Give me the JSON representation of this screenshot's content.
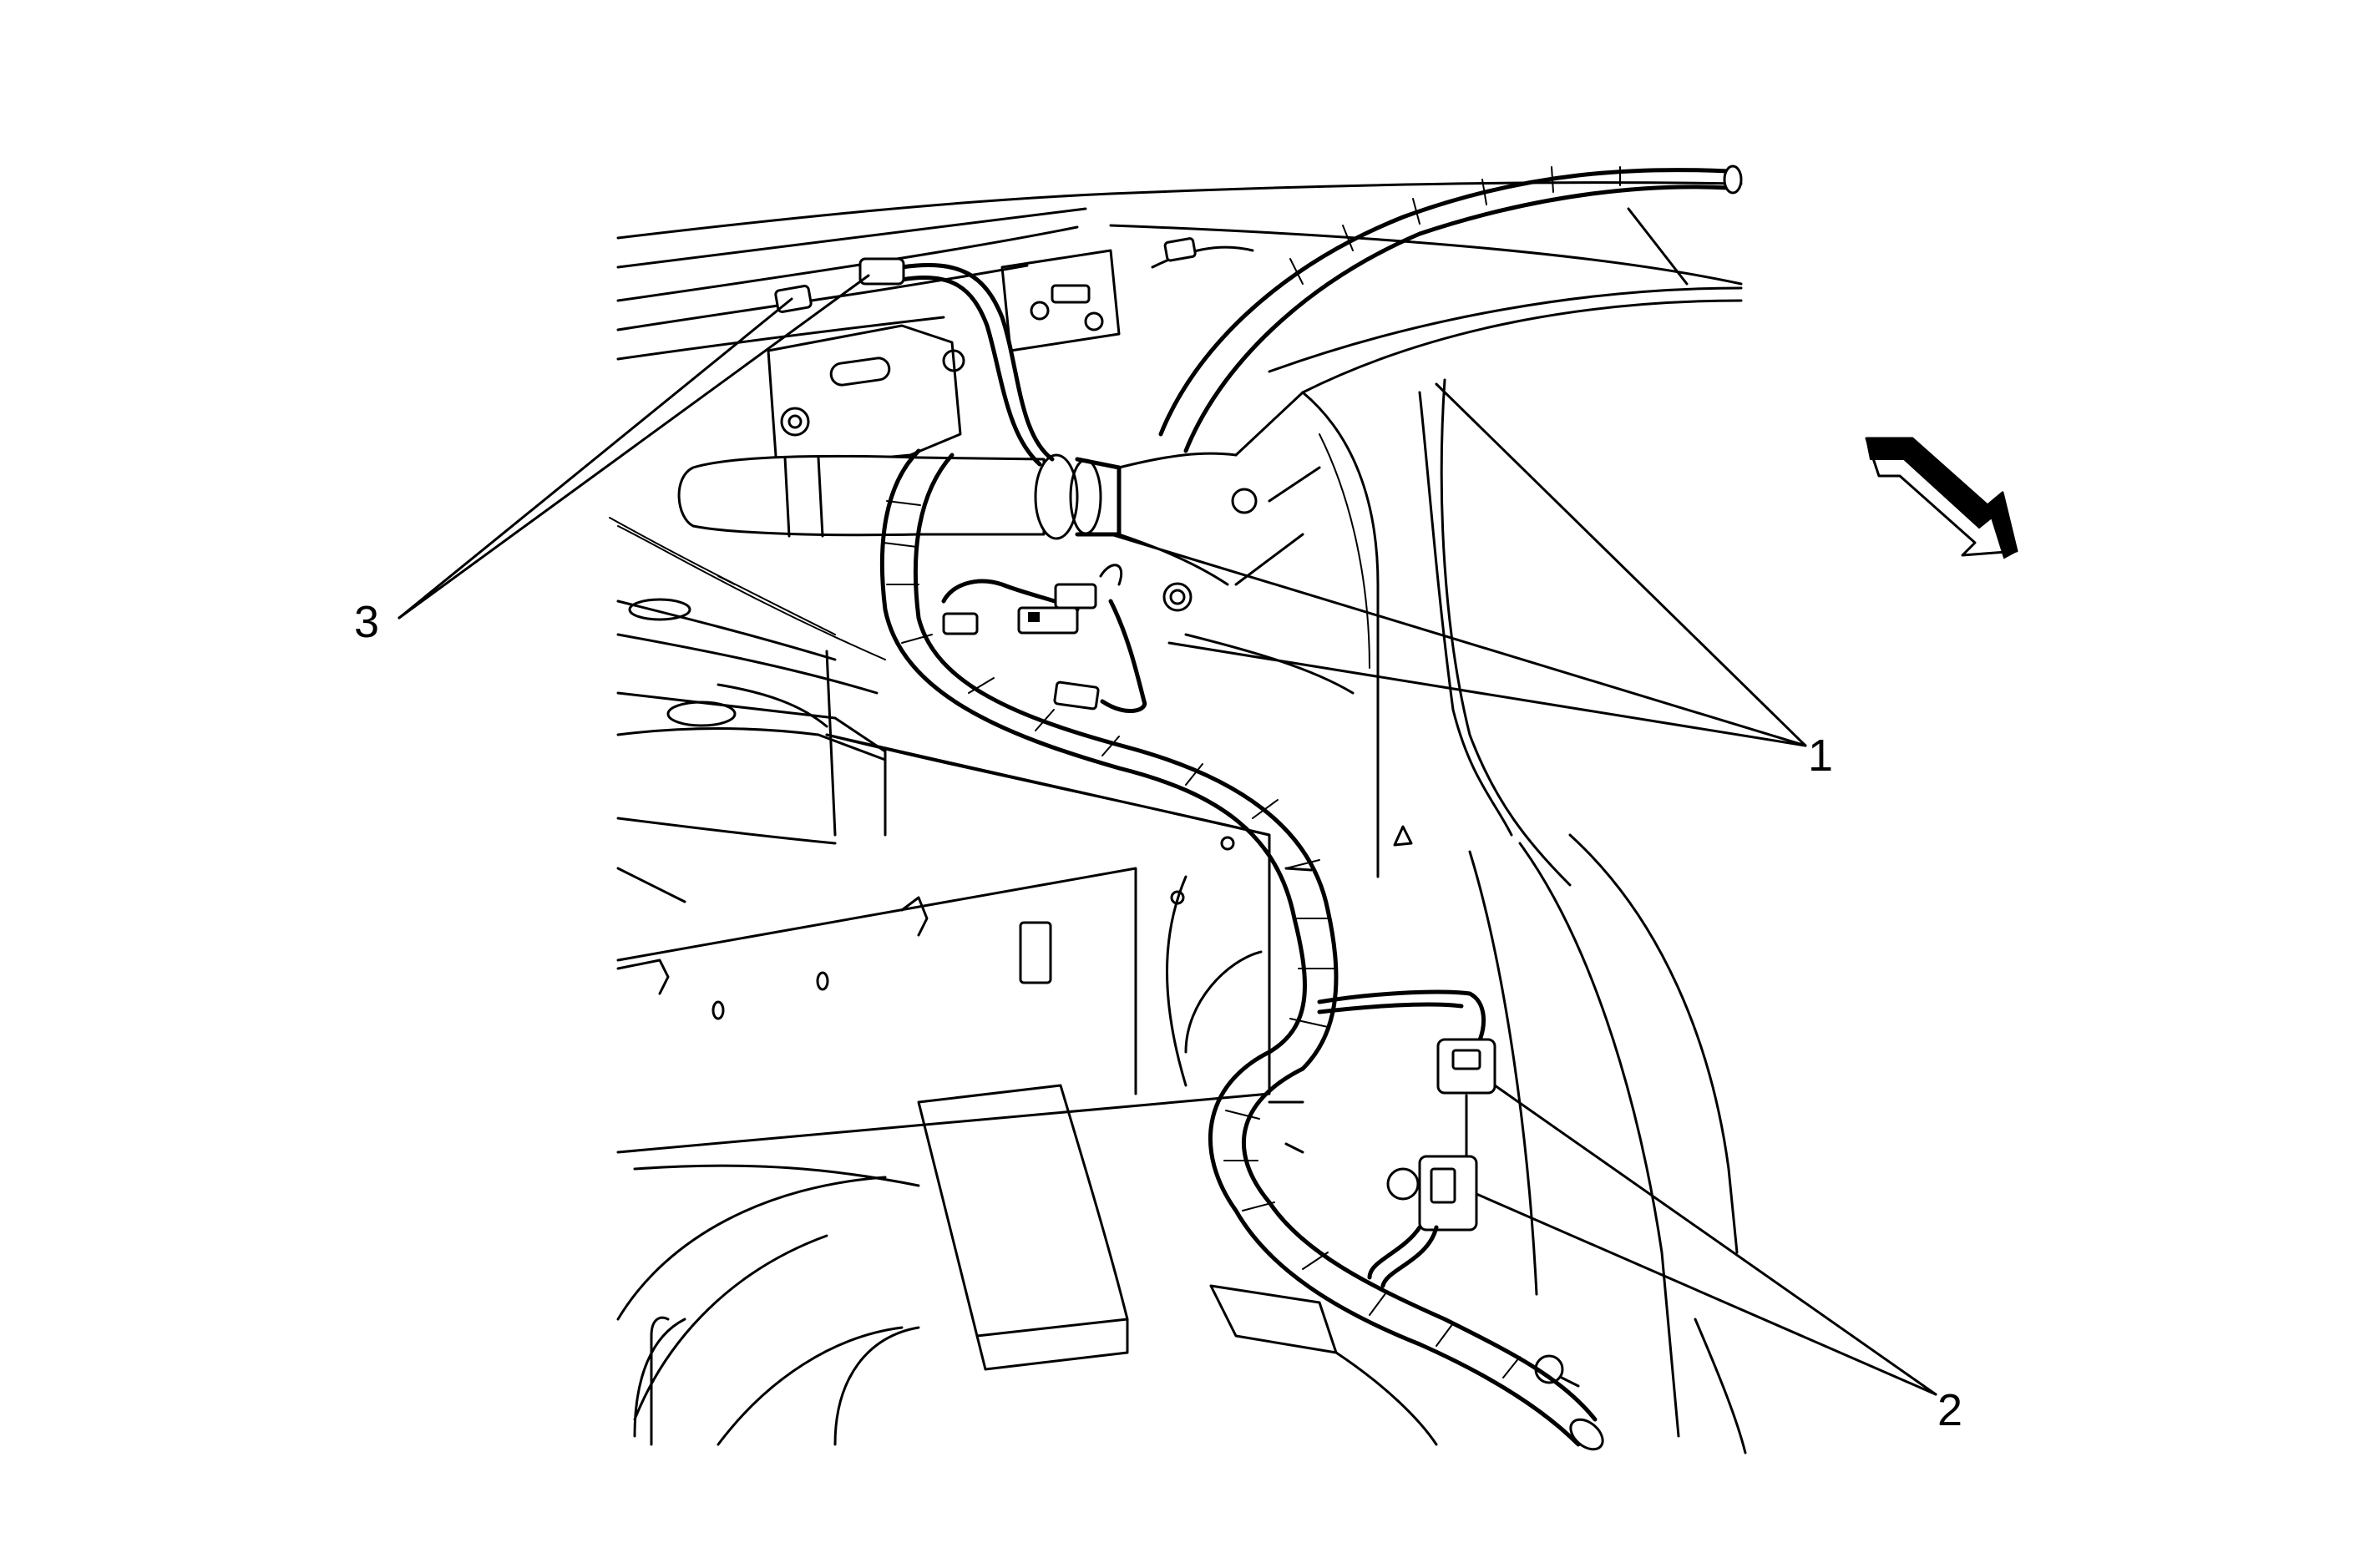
{
  "callouts": {
    "one": "1",
    "two": "2",
    "three": "3"
  },
  "icons": {
    "orientation_arrow": "view-direction-arrow-icon"
  },
  "colors": {
    "line": "#000000",
    "background": "#ffffff"
  }
}
